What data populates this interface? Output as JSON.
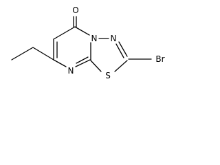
{
  "molecule": {
    "atoms": {
      "O": "O",
      "N_bridge": "N",
      "N_ring": "N",
      "Br": "Br",
      "N_pyrimidine": "N",
      "S": "S"
    }
  }
}
